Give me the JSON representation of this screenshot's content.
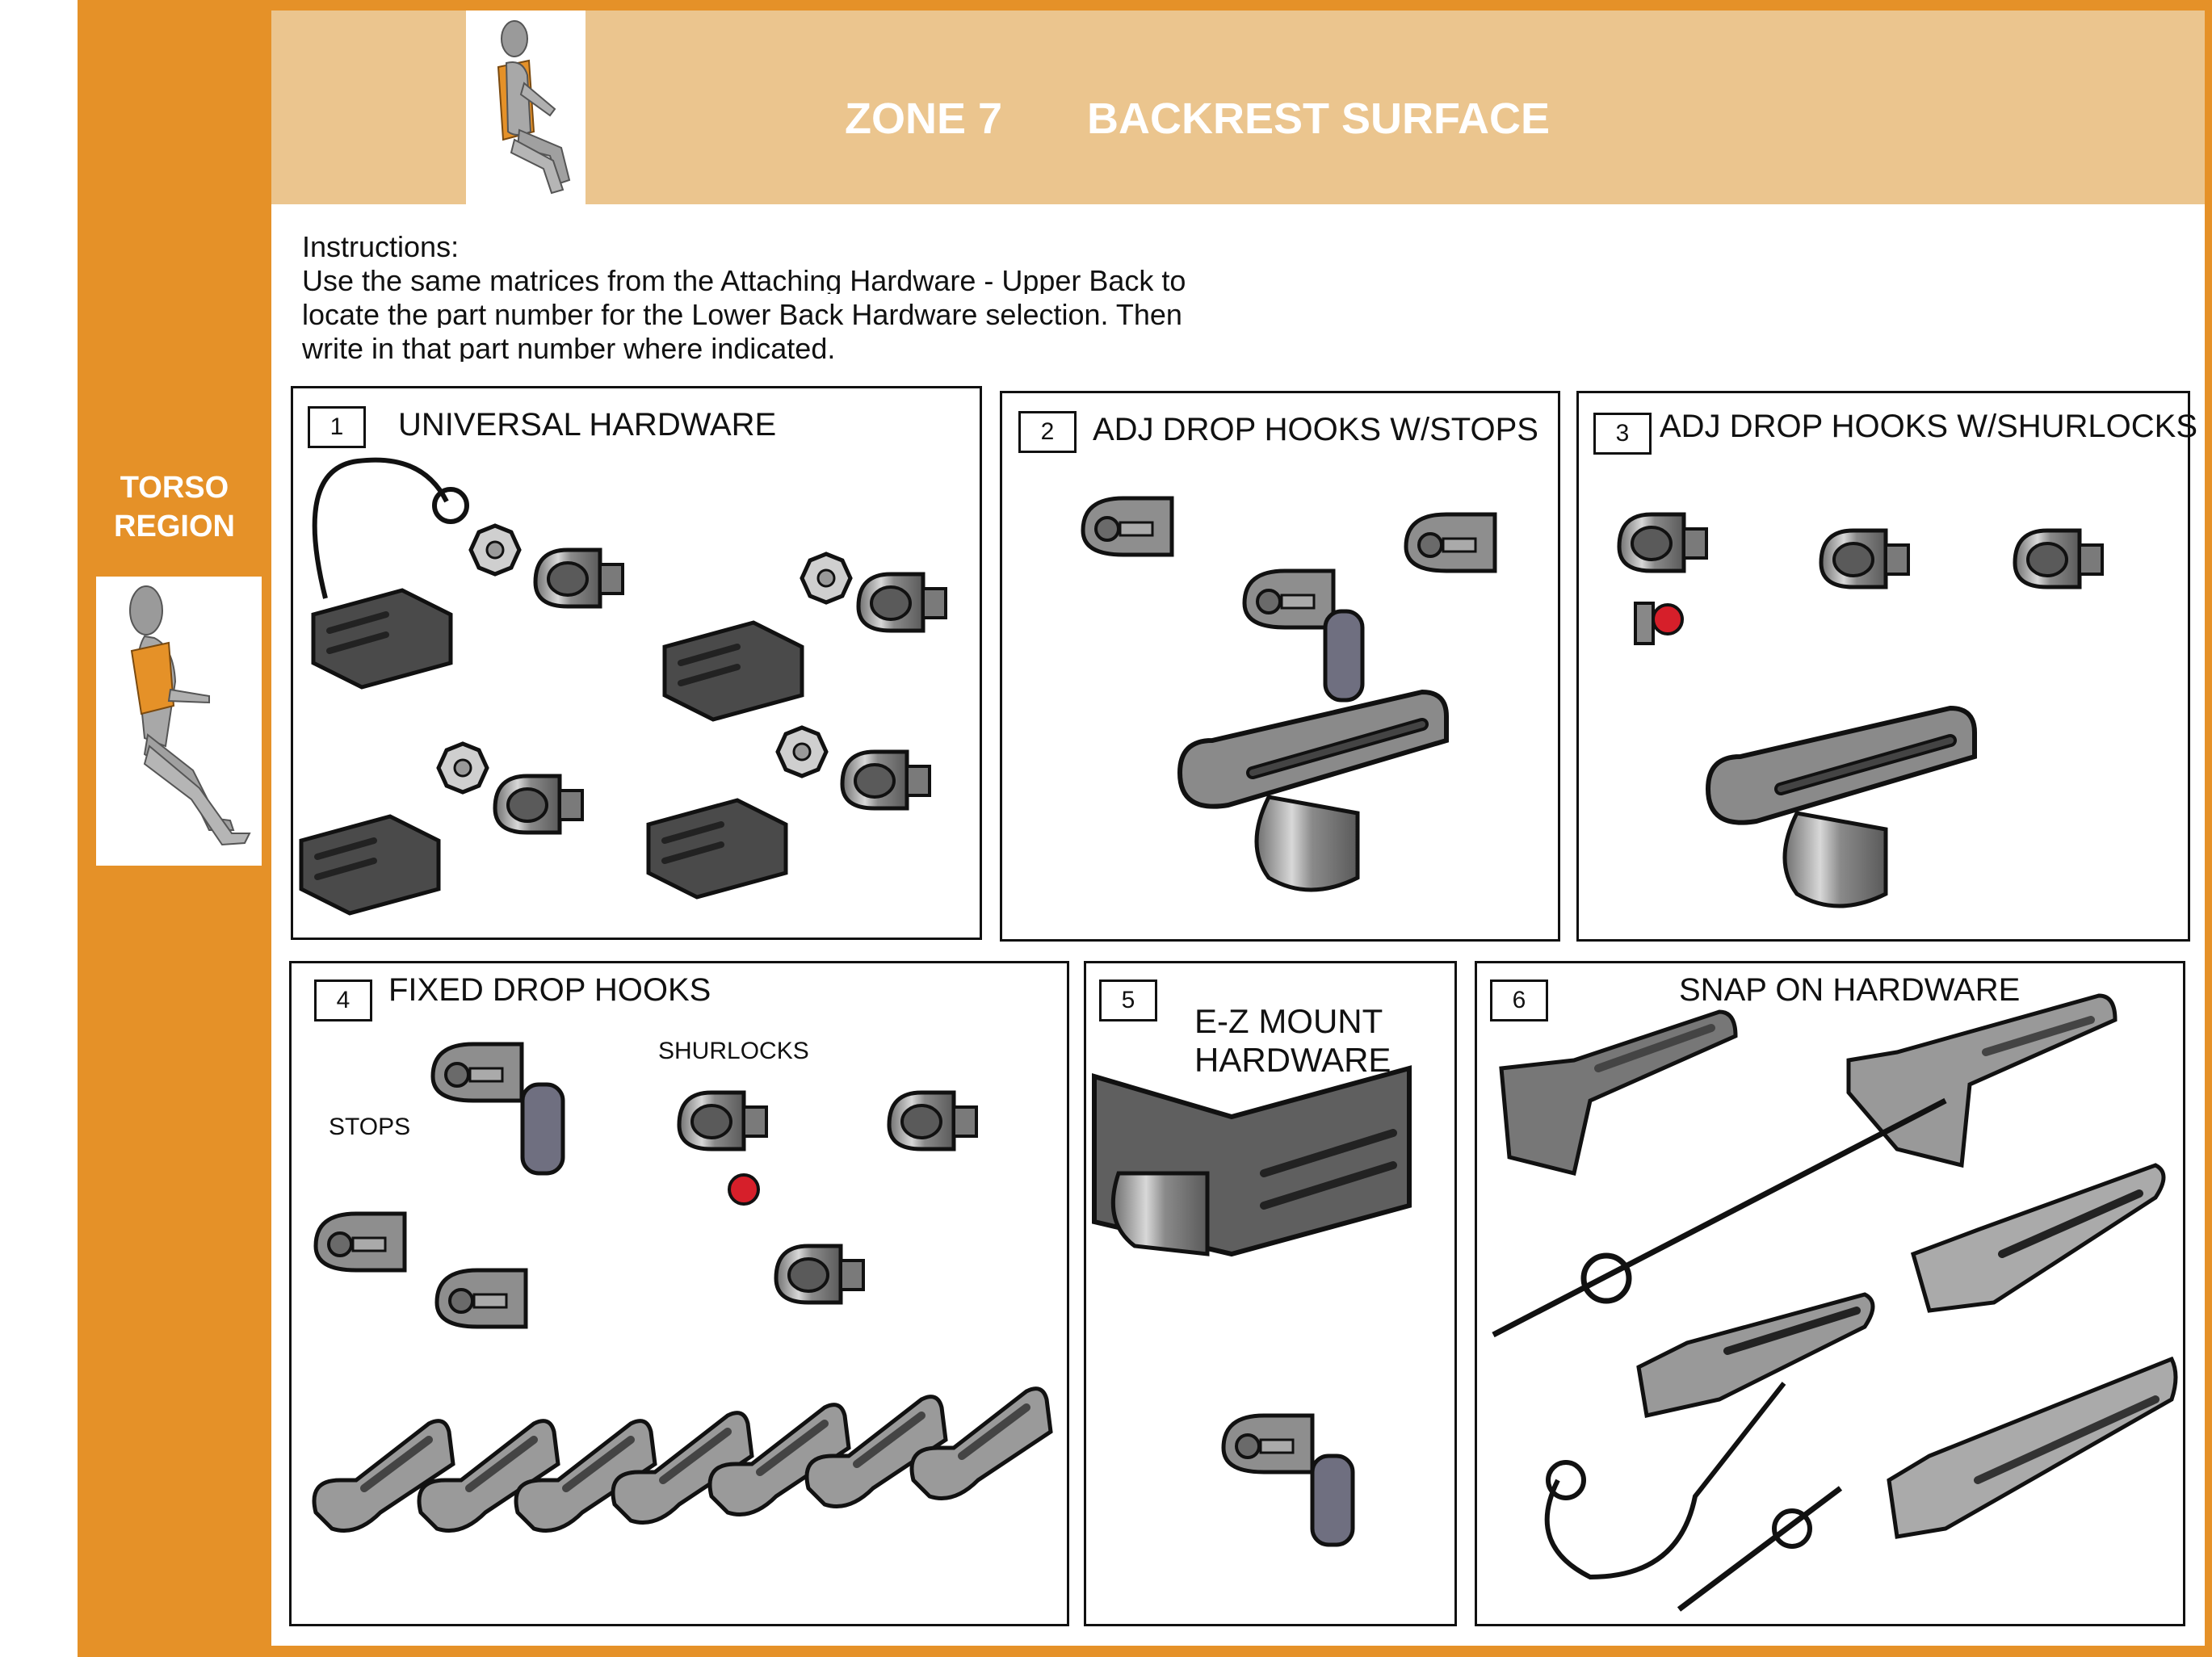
{
  "header": {
    "zone_label": "ZONE 7",
    "zone_name": "BACKREST SURFACE"
  },
  "sidebar": {
    "region_line1": "TORSO",
    "region_line2": "REGION"
  },
  "instructions": {
    "heading": "Instructions:",
    "line1": "Use the same matrices from the Attaching Hardware - Upper Back to",
    "line2": "locate the part number for the Lower Back Hardware selection. Then",
    "line3": "write in that part number where indicated."
  },
  "panels": [
    {
      "number": "1",
      "title": "UNIVERSAL HARDWARE"
    },
    {
      "number": "2",
      "title": "ADJ DROP HOOKS W/STOPS"
    },
    {
      "number": "3",
      "title": "ADJ DROP HOOKS W/SHURLOCKS"
    },
    {
      "number": "4",
      "title": "FIXED DROP HOOKS",
      "label_stops": "STOPS",
      "label_shurlocks": "SHURLOCKS"
    },
    {
      "number": "5",
      "title_line1": "E-Z MOUNT",
      "title_line2": "HARDWARE"
    },
    {
      "number": "6",
      "title": "SNAP ON HARDWARE"
    }
  ],
  "colors": {
    "orange": "#E59128",
    "header_tan": "#EBC58E",
    "hardware_gray": "#8A8A8A",
    "hardware_dark": "#4A4A4A",
    "shurlock_red": "#D61F2A"
  }
}
